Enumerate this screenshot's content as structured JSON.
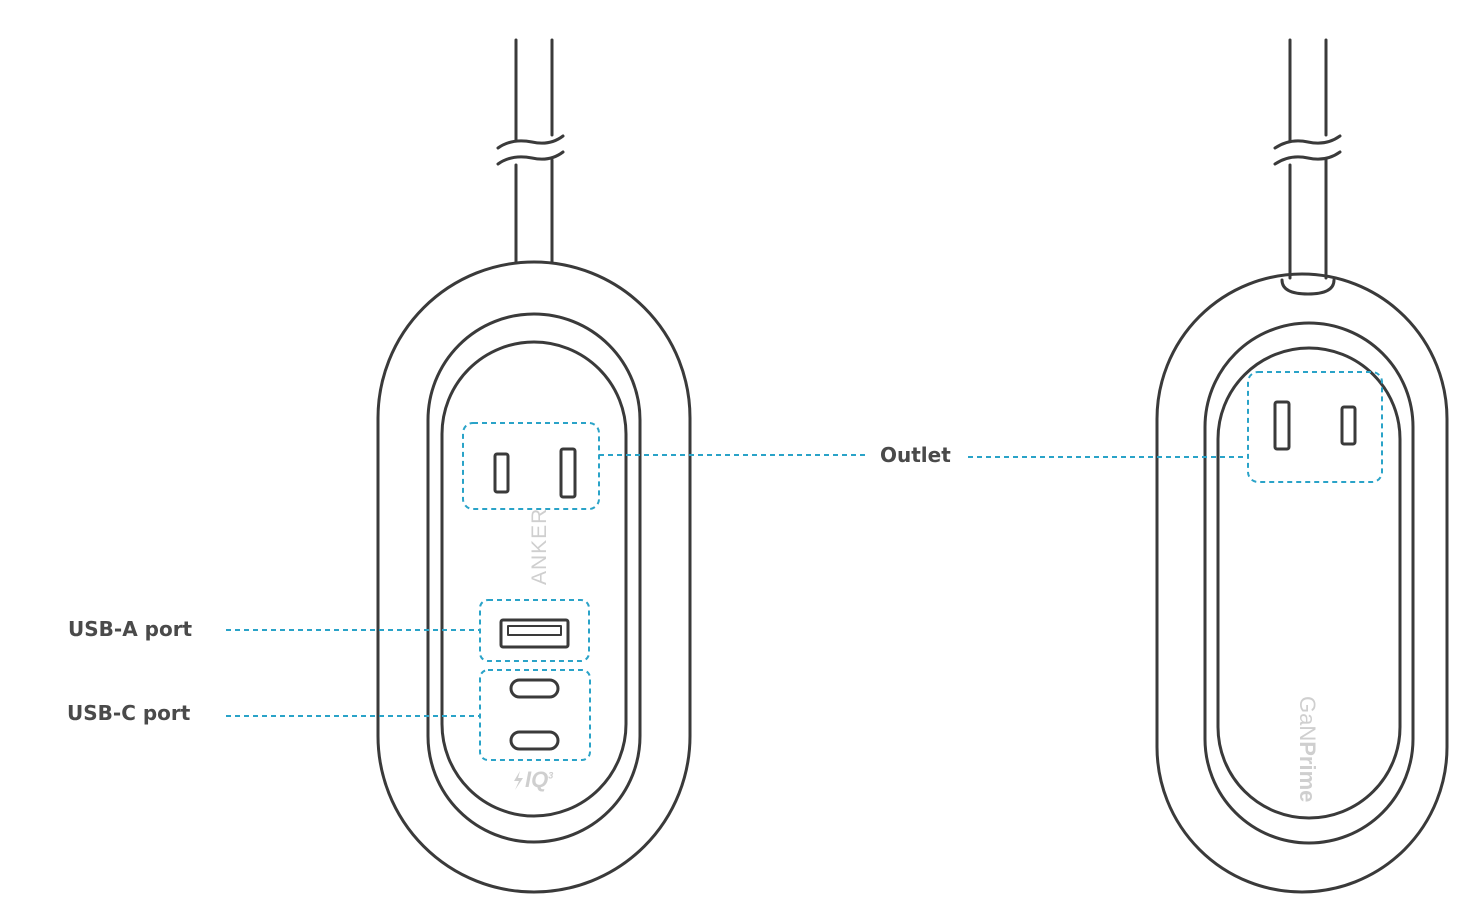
{
  "labels": {
    "outlet": "Outlet",
    "usb_a": "USB-A port",
    "usb_c": "USB-C port"
  },
  "branding": {
    "front_logo": "ANKER",
    "front_tech_mark": "IQ",
    "front_tech_superscript": "3",
    "back_logo_gan": "GaN",
    "back_logo_prime": "Prime"
  },
  "colors": {
    "outline": "#3a3a3a",
    "callout": "#2aa3c8",
    "label_text": "#4a4a4a",
    "brand_text": "#cfcfcf"
  }
}
